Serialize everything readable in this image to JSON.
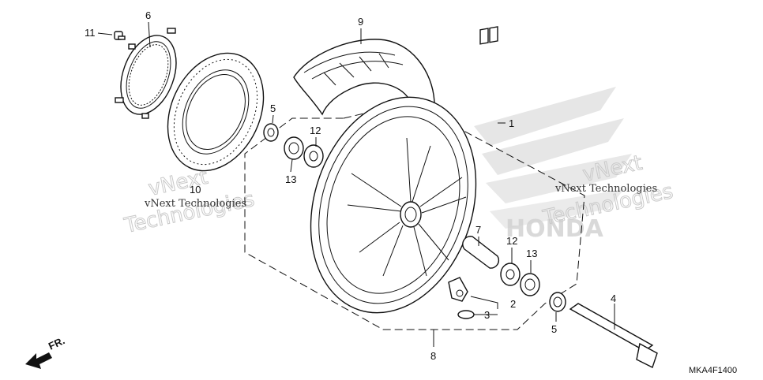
{
  "callouts": {
    "c1": "1",
    "c2": "2",
    "c3": "3",
    "c4": "4",
    "c5a": "5",
    "c5b": "5",
    "c6": "6",
    "c7": "7",
    "c8": "8",
    "c9": "9",
    "c10": "10",
    "c11": "11",
    "c12a": "12",
    "c12b": "12",
    "c13a": "13",
    "c13b": "13"
  },
  "watermark": {
    "small_left": "vNext Technologies",
    "small_right": "vNext Technologies",
    "big_left_1": "vNext",
    "big_left_2": "Technologies",
    "big_right_1": "vNext",
    "big_right_2": "Technologies",
    "brand": "HONDA"
  },
  "direction_label": "FR.",
  "diagram_code": "MKA4F1400"
}
